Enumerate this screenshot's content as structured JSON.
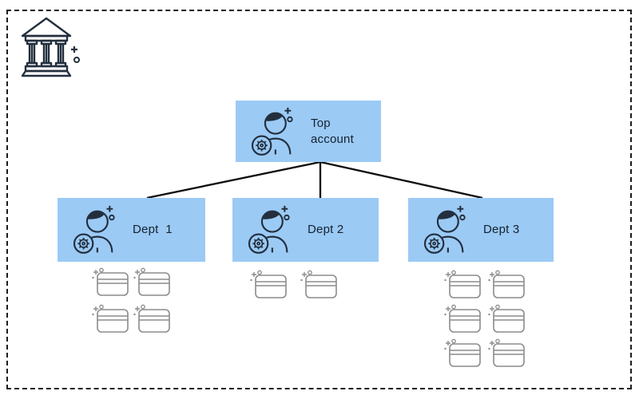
{
  "diagram": {
    "type": "account-hierarchy",
    "bank_icon": "bank-icon",
    "root": {
      "label": "Top account",
      "icon": "admin-user-icon"
    },
    "departments": [
      {
        "label": "Dept  1",
        "icon": "admin-user-icon",
        "cards": 4
      },
      {
        "label": "Dept 2",
        "icon": "admin-user-icon",
        "cards": 2
      },
      {
        "label": "Dept 3",
        "icon": "admin-user-icon",
        "cards": 6
      }
    ],
    "card_icon": "payment-card-icon",
    "colors": {
      "box_fill": "#9BCAF5",
      "icon_stroke": "#232F3E",
      "card_stroke": "#8C8C8C",
      "connector_line": "#0d0d0d",
      "border_dashed": "#1c1c1c",
      "text": "#16212E",
      "background": "#ffffff"
    },
    "connectors": [
      {
        "from": "root",
        "to": "dept-1"
      },
      {
        "from": "root",
        "to": "dept-2"
      },
      {
        "from": "root",
        "to": "dept-3"
      }
    ]
  }
}
